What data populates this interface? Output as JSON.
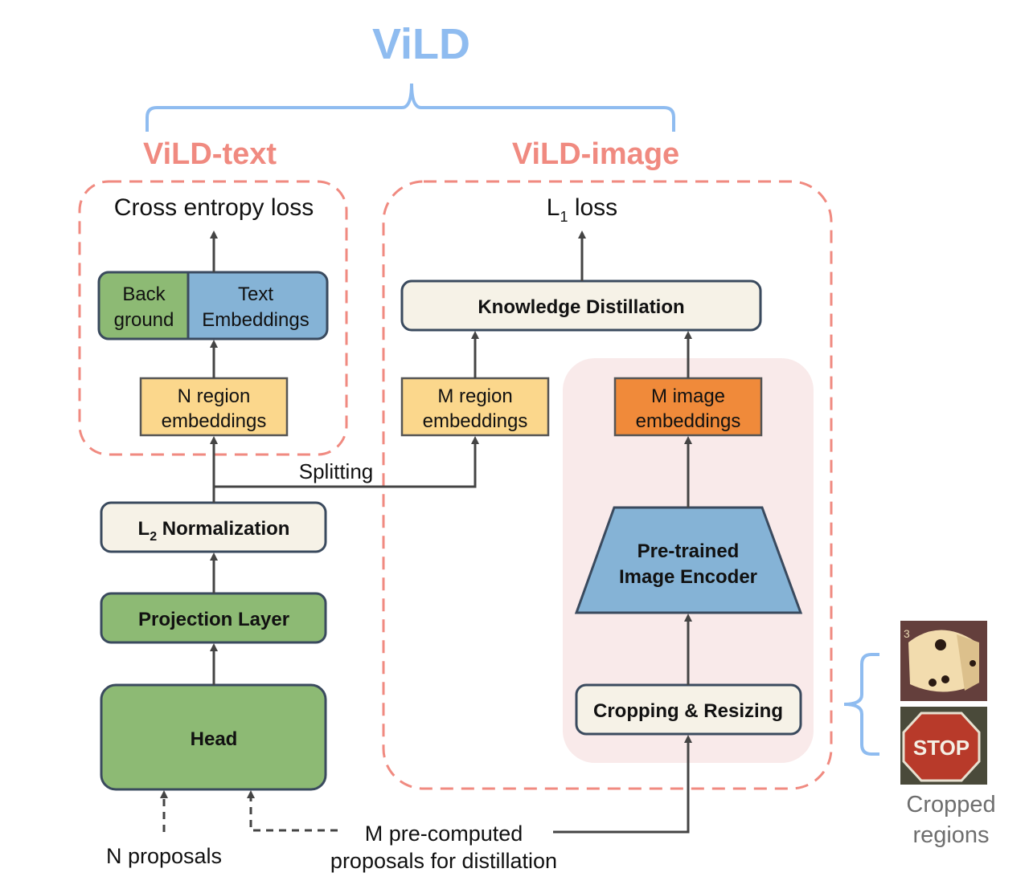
{
  "title": "ViLD",
  "branches": {
    "text": "ViLD-text",
    "image": "ViLD-image"
  },
  "losses": {
    "cross_entropy": "Cross entropy loss",
    "l1_main": "L",
    "l1_sub": "1",
    "l1_rest": " loss"
  },
  "boxes": {
    "background_line1": "Back",
    "background_line2": "ground",
    "text_emb_line1": "Text",
    "text_emb_line2": "Embeddings",
    "n_region_line1": "N region",
    "n_region_line2": "embeddings",
    "m_region_line1": "M region",
    "m_region_line2": "embeddings",
    "m_image_line1": "M image",
    "m_image_line2": "embeddings",
    "knowledge_distillation": "Knowledge Distillation",
    "l2_main": "L",
    "l2_sub": "2",
    "l2_rest": " Normalization",
    "projection_layer": "Projection Layer",
    "head": "Head",
    "encoder_line1": "Pre-trained",
    "encoder_line2": "Image Encoder",
    "cropping": "Cropping & Resizing"
  },
  "labels": {
    "splitting": "Splitting",
    "n_proposals": "N proposals",
    "m_proposals_line1": "M pre-computed",
    "m_proposals_line2": "proposals for distillation",
    "cropped_line1": "Cropped",
    "cropped_line2": "regions",
    "stop_sign": "STOP"
  },
  "colors": {
    "vild_blue": "#8fbcf0",
    "vild_red": "#f08a80",
    "green": "#8dba74",
    "blue": "#85b3d6",
    "yellow": "#fbd78c",
    "orange": "#f08a3a",
    "cream": "#f6f2e7",
    "pink_region": "#f9eaea"
  }
}
